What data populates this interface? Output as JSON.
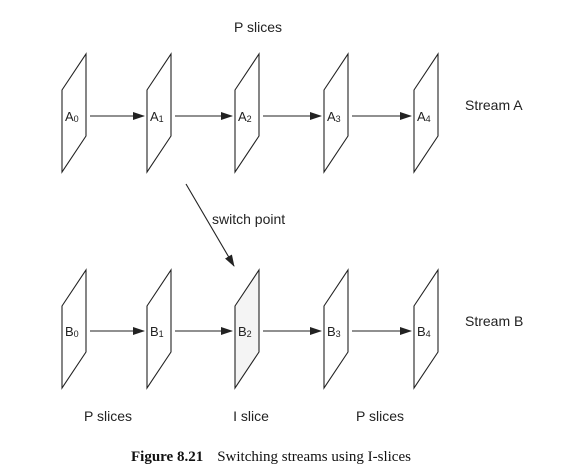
{
  "top_label": "P slices",
  "stream_a": {
    "label": "Stream A",
    "frames": [
      {
        "letter": "A",
        "sub": "0"
      },
      {
        "letter": "A",
        "sub": "1"
      },
      {
        "letter": "A",
        "sub": "2"
      },
      {
        "letter": "A",
        "sub": "3"
      },
      {
        "letter": "A",
        "sub": "4"
      }
    ]
  },
  "stream_b": {
    "label": "Stream B",
    "frames": [
      {
        "letter": "B",
        "sub": "0"
      },
      {
        "letter": "B",
        "sub": "1"
      },
      {
        "letter": "B",
        "sub": "2",
        "shaded": true
      },
      {
        "letter": "B",
        "sub": "3"
      },
      {
        "letter": "B",
        "sub": "4"
      }
    ]
  },
  "switch_label": "switch point",
  "bottom_labels": [
    "P slices",
    "I slice",
    "P slices"
  ],
  "colors": {
    "frame_fill": "#ffffff",
    "i_slice_fill": "#f4f4f4",
    "stroke": "#222222"
  },
  "caption": {
    "number": "Figure 8.21",
    "text": "Switching streams using I-slices"
  }
}
